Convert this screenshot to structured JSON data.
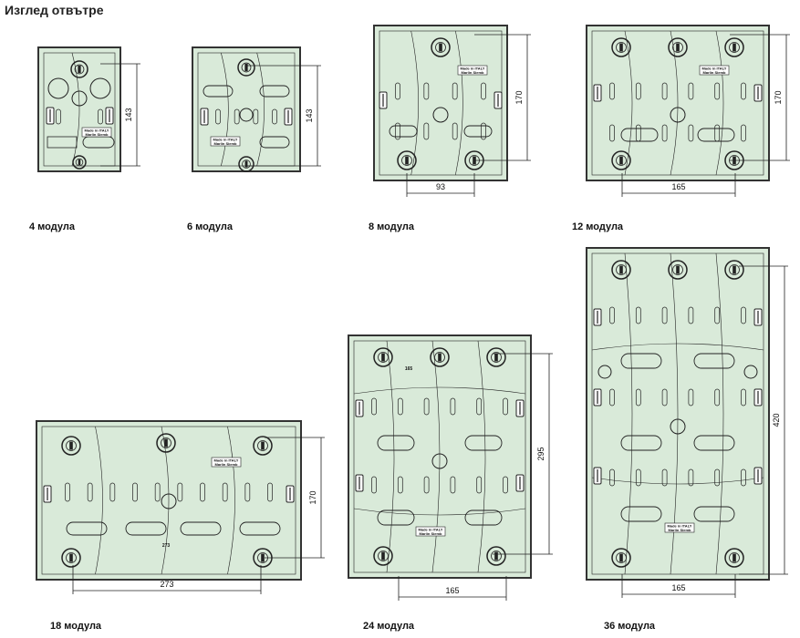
{
  "title": "Изглед отвътре",
  "colors": {
    "fill": "#d9ead9",
    "stroke": "#222222",
    "outer": "#333333"
  },
  "label_text": {
    "made": "Made in ITALY",
    "brand": "Marlin Siemb"
  },
  "boxes": [
    {
      "id": "m4",
      "caption": "4 модула",
      "height_dim": "143",
      "width_dim": ""
    },
    {
      "id": "m6",
      "caption": "6 модула",
      "height_dim": "143",
      "width_dim": ""
    },
    {
      "id": "m8",
      "caption": "8 модула",
      "height_dim": "170",
      "width_dim": "93"
    },
    {
      "id": "m12",
      "caption": "12  модула",
      "height_dim": "170",
      "width_dim": "165"
    },
    {
      "id": "m18",
      "caption": "18 модула",
      "height_dim": "170",
      "width_dim": "273",
      "inner_mark": "273"
    },
    {
      "id": "m24",
      "caption": "24 модула",
      "height_dim": "295",
      "width_dim": "165",
      "inner_mark": "165"
    },
    {
      "id": "m36",
      "caption": "36 модула",
      "height_dim": "420",
      "width_dim": "165"
    }
  ]
}
